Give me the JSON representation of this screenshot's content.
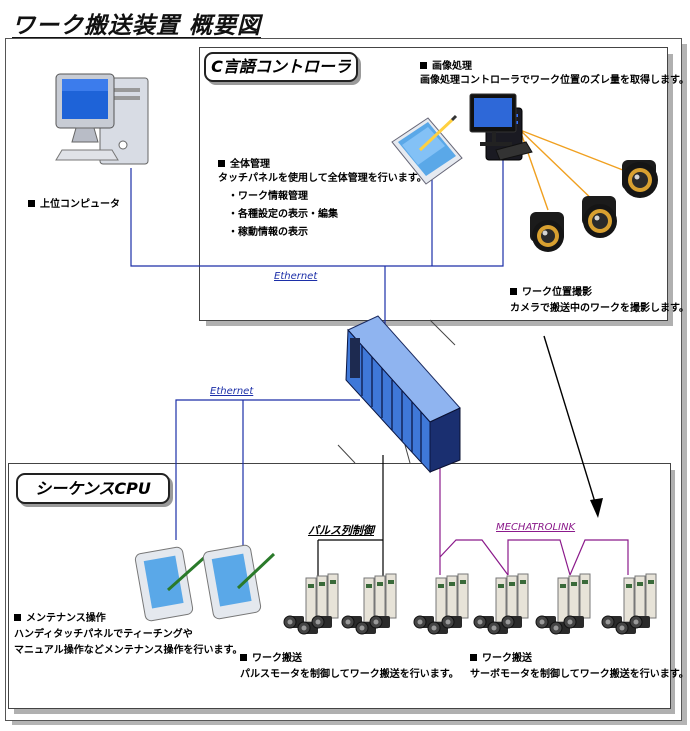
{
  "title": "ワーク搬送装置 概要図",
  "controller": {
    "panel_title": "C言語コントローラ",
    "image_processing": {
      "heading": "画像処理",
      "text": "画像処理コントローラでワーク位置のズレ量を取得します。"
    },
    "management": {
      "heading": "全体管理",
      "text": "タッチパネルを使用して全体管理を行います。",
      "items": [
        "・ワーク情報管理",
        "・各種設定の表示・編集",
        "・稼動情報の表示"
      ]
    },
    "camera": {
      "heading": "ワーク位置撮影",
      "text": "カメラで搬送中のワークを撮影します。"
    },
    "network": "Ethernet"
  },
  "host": {
    "label": "上位コンピュータ"
  },
  "lower_network": "Ethernet",
  "sequence": {
    "panel_title": "シーケンスCPU",
    "pulse_label": "パルス列制御",
    "mechatrolink_label": "MECHATROLINK",
    "maintenance": {
      "heading": "メンテナンス操作",
      "text": [
        "ハンディタッチパネルでティーチングや",
        "マニュアル操作などメンテナンス操作を行います。"
      ]
    },
    "pulse_transport": {
      "heading": "ワーク搬送",
      "text": "パルスモータを制御してワーク搬送を行います。"
    },
    "servo_transport": {
      "heading": "ワーク搬送",
      "text": "サーボモータを制御してワーク搬送を行います。"
    }
  },
  "colors": {
    "ethernet": "#1c2fa8",
    "mechatrolink": "#8b1a8b",
    "camera_cable": "#f0a020",
    "plc": "#2a5fc8"
  },
  "icons": [
    "desktop-computer-icon",
    "touch-panel-icon",
    "workstation-icon",
    "camera-icon",
    "plc-rack-icon",
    "handy-terminal-icon",
    "servo-motor-icon"
  ]
}
